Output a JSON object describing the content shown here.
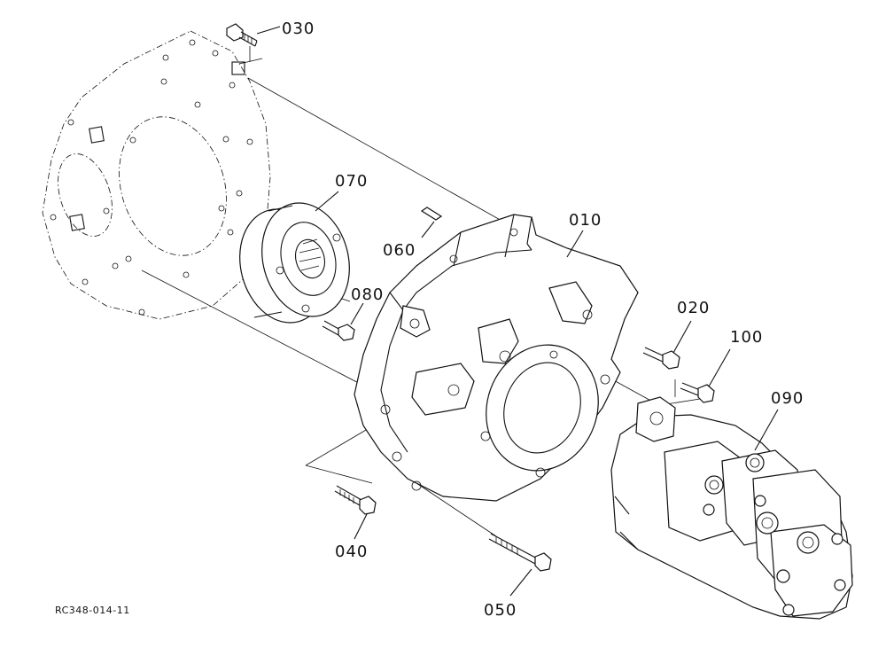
{
  "diagram": {
    "drawing_code": "RC348-014-11",
    "parts": [
      {
        "id": "p030",
        "number": "030"
      },
      {
        "id": "p070",
        "number": "070"
      },
      {
        "id": "p010",
        "number": "010"
      },
      {
        "id": "p060",
        "number": "060"
      },
      {
        "id": "p080",
        "number": "080"
      },
      {
        "id": "p020",
        "number": "020"
      },
      {
        "id": "p100",
        "number": "100"
      },
      {
        "id": "p090",
        "number": "090"
      },
      {
        "id": "p040",
        "number": "040"
      },
      {
        "id": "p050",
        "number": "050"
      }
    ]
  }
}
